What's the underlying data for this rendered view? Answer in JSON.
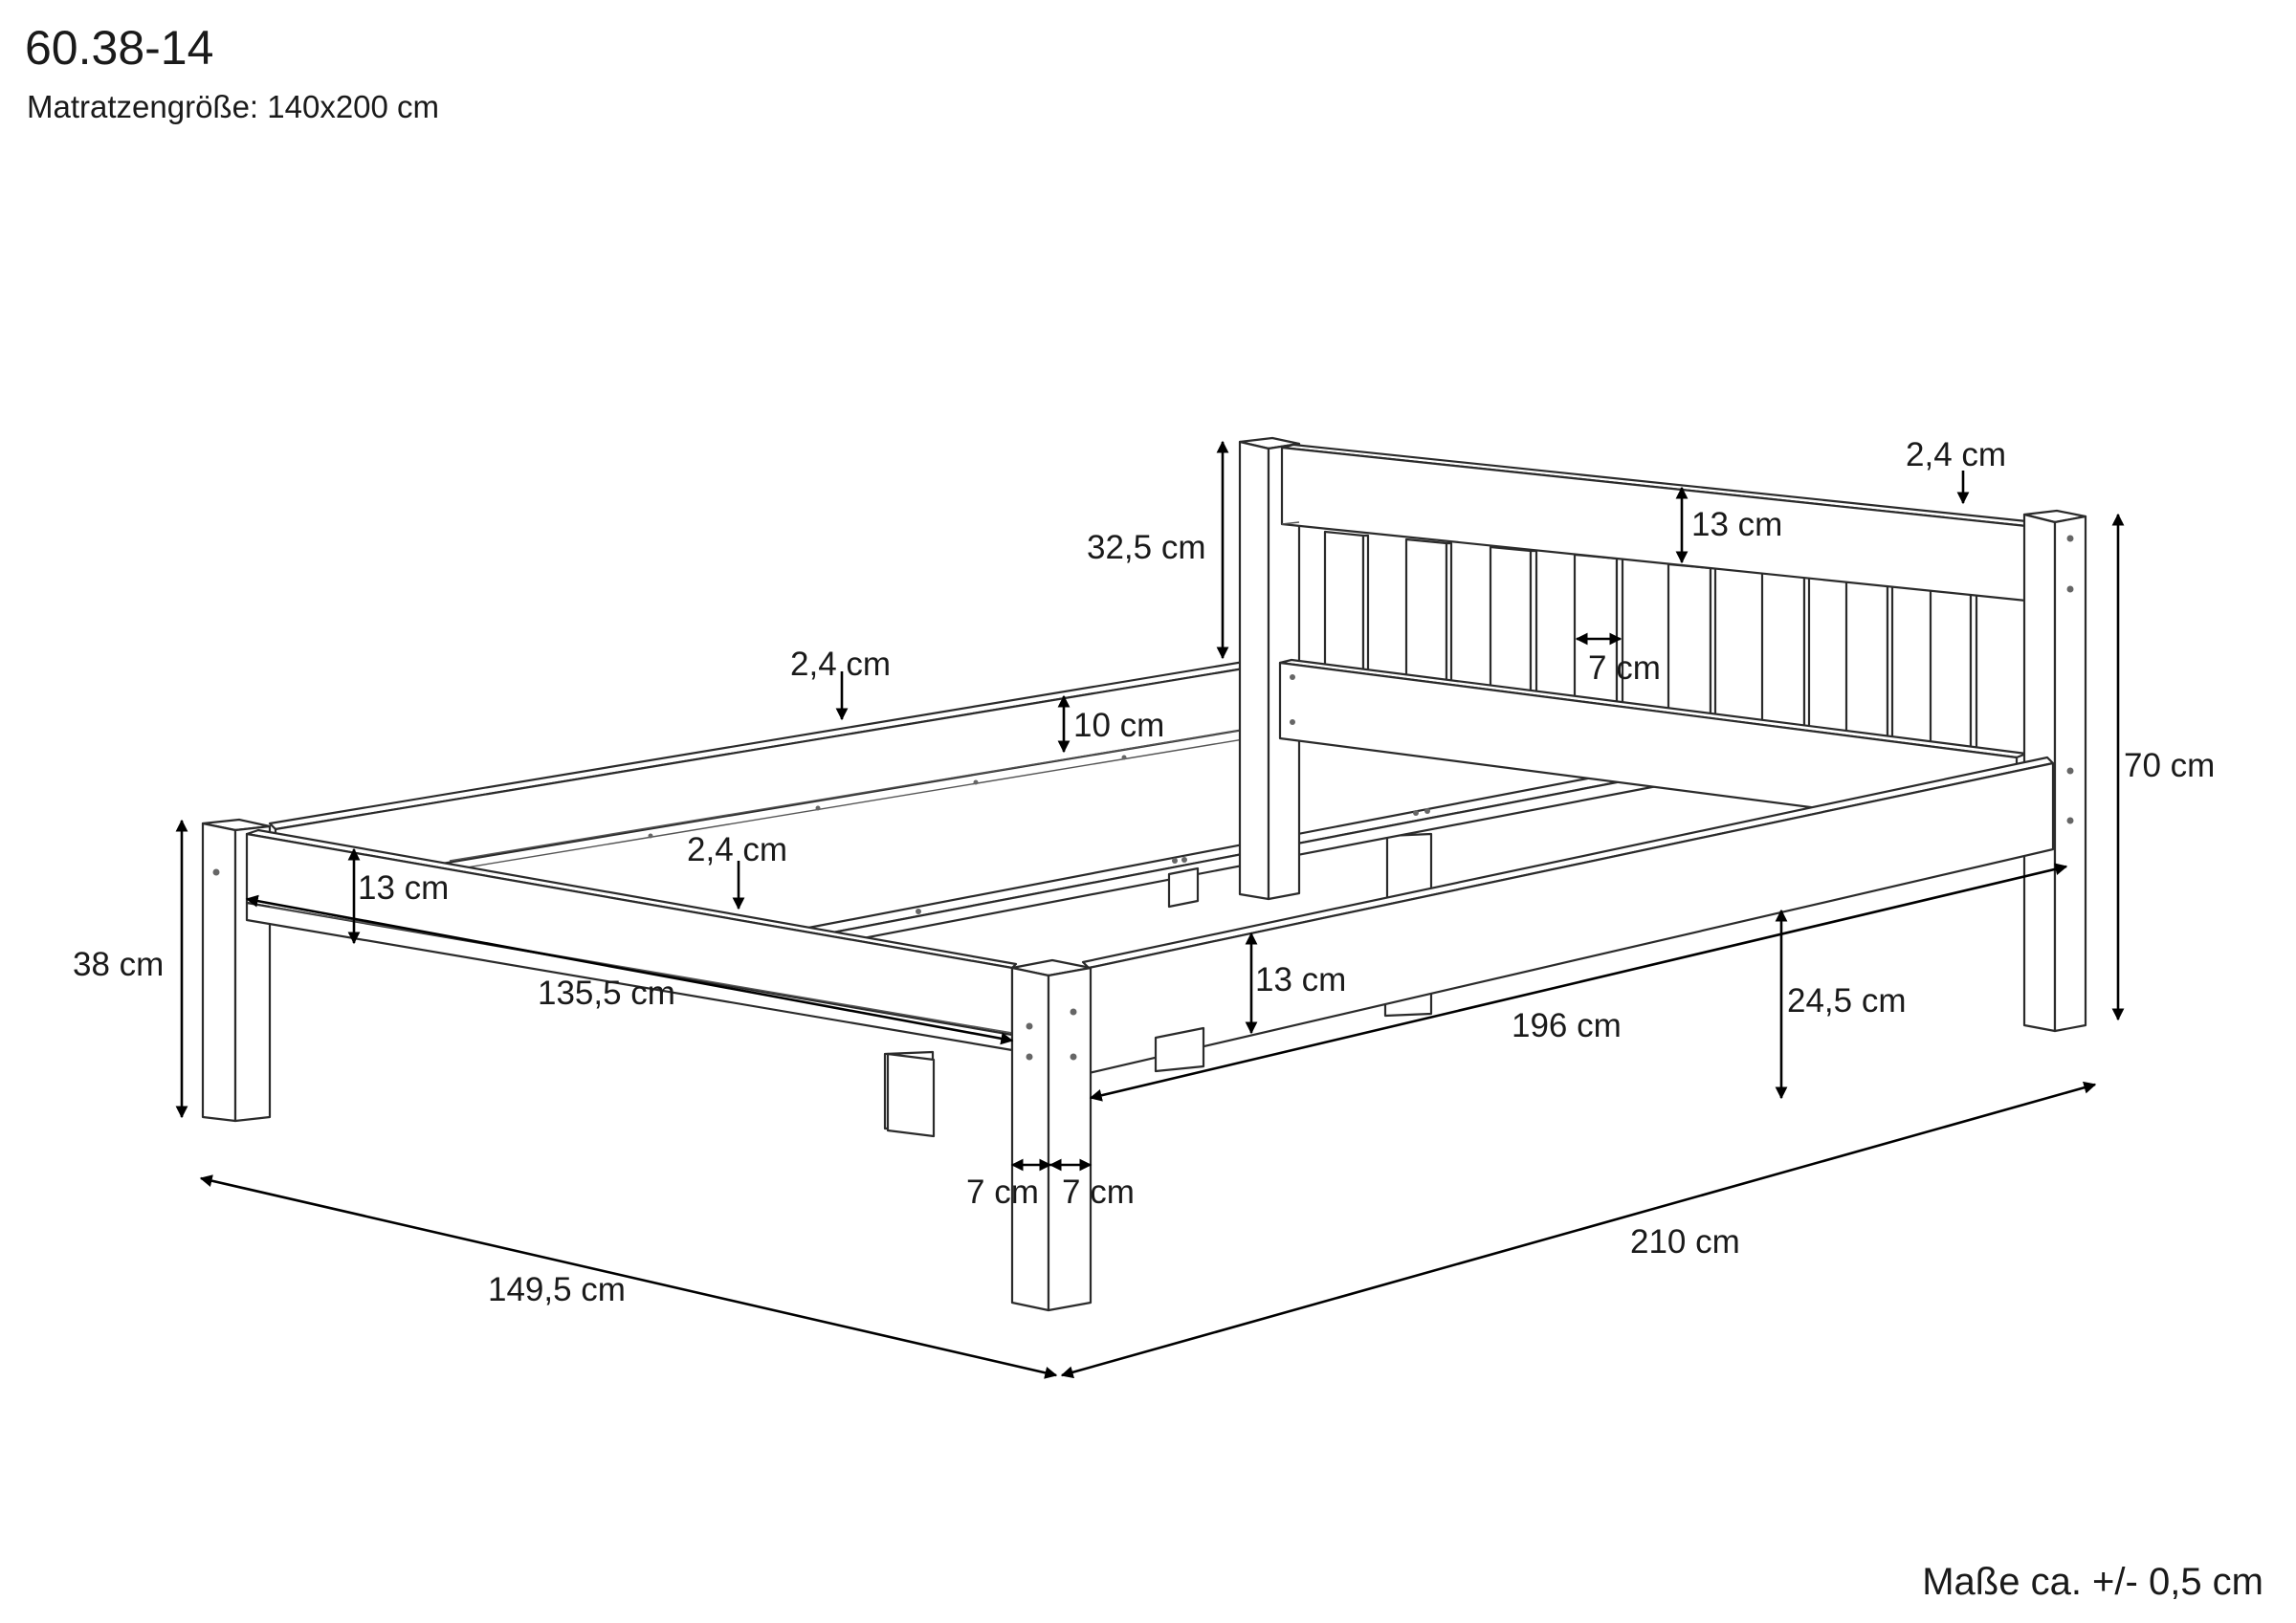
{
  "title": "60.38-14",
  "subtitle": "Matratzengröße: 140x200 cm",
  "footnote": "Maße ca. +/- 0,5 cm",
  "dimensions": {
    "headboard_top_height": "32,5 cm",
    "headboard_board_thickness": "2,4 cm",
    "headboard_board_height": "13 cm",
    "slat_width": "7 cm",
    "total_height": "70 cm",
    "side_rail_thickness": "2,4 cm",
    "side_rail_height": "10 cm",
    "center_beam_thickness": "2,4 cm",
    "foot_board_height": "13 cm",
    "foot_height": "38 cm",
    "inner_width": "135,5 cm",
    "long_rail_height": "13 cm",
    "inner_length": "196 cm",
    "under_bed_height": "24,5 cm",
    "leg_depth": "7 cm",
    "leg_width": "7 cm",
    "total_width": "149,5 cm",
    "total_length": "210 cm"
  }
}
